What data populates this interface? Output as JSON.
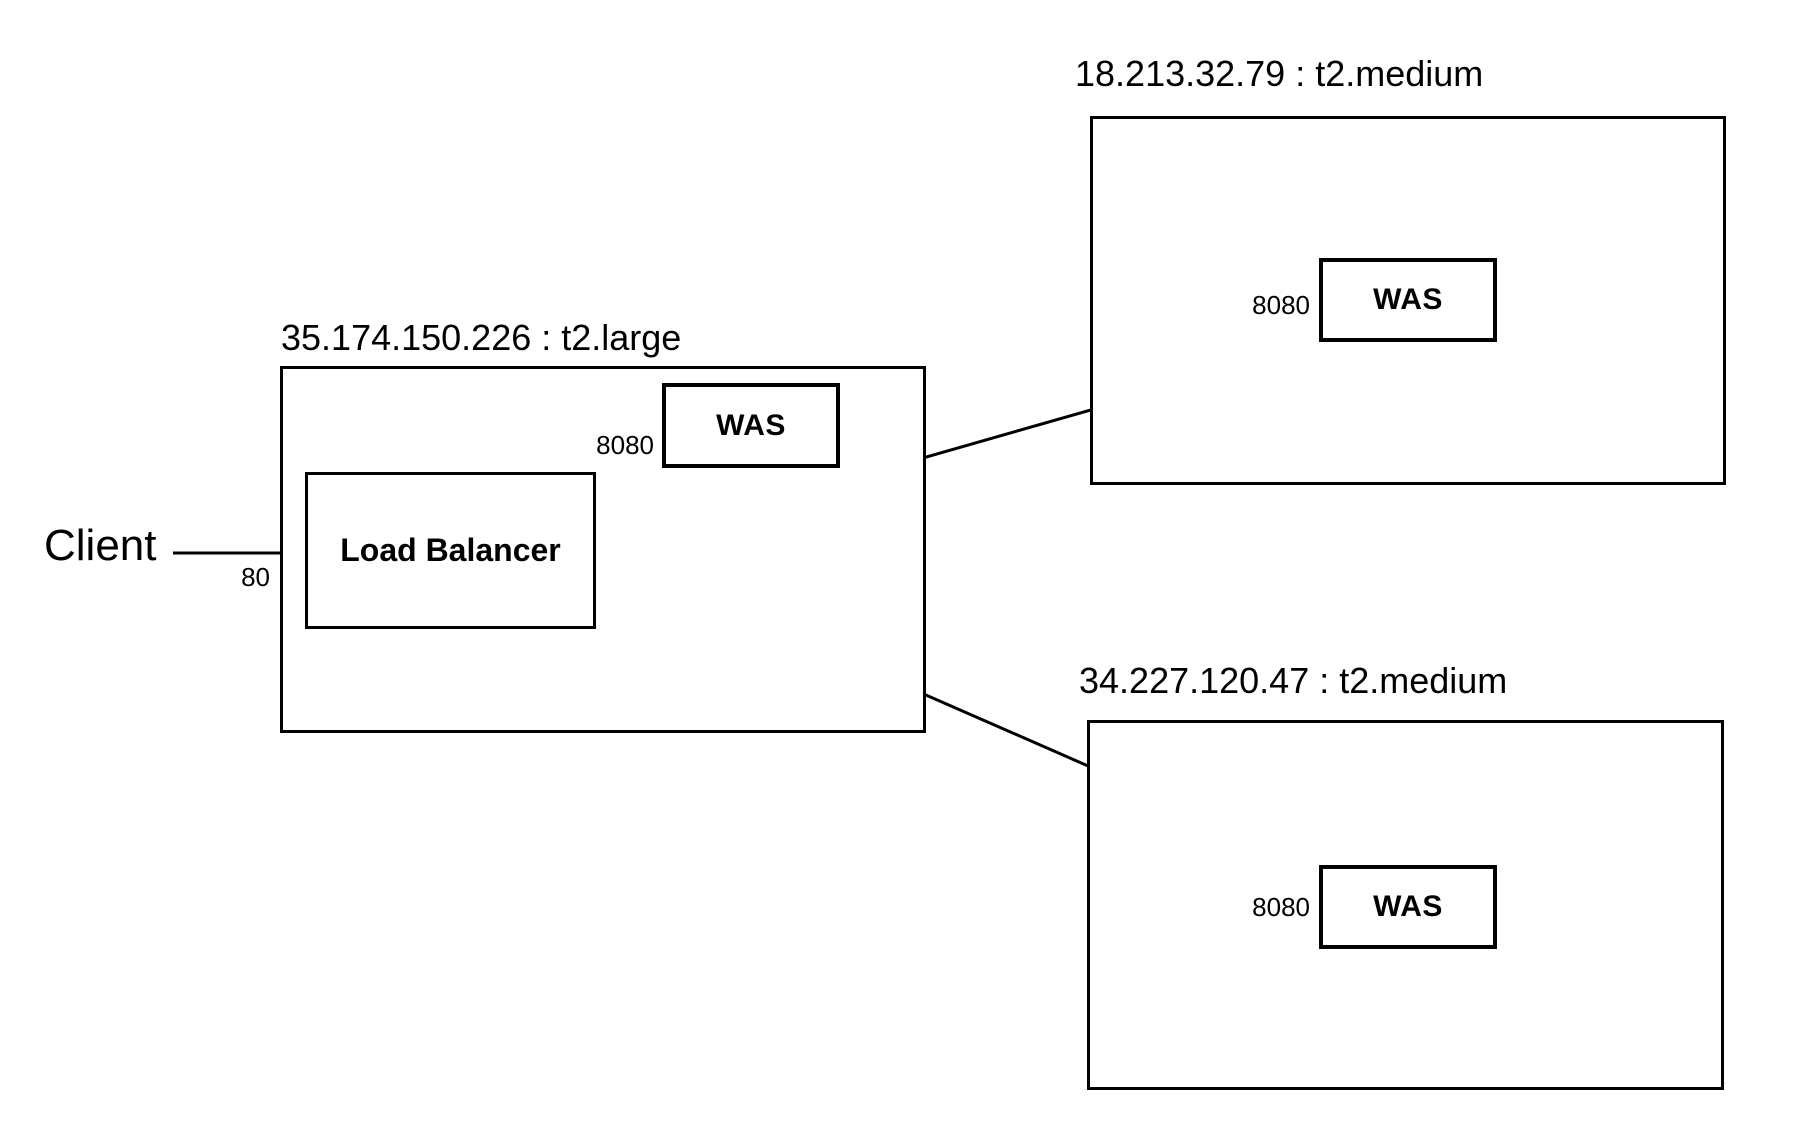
{
  "canvas": {
    "background_color": "#ffffff",
    "stroke_color": "#000000"
  },
  "client": {
    "label": "Client",
    "port": "80"
  },
  "load_balancer_host": {
    "title": "35.174.150.226 : t2.large",
    "load_balancer": {
      "label": "Load Balancer"
    },
    "was": {
      "label": "WAS",
      "port": "8080"
    }
  },
  "app_server_1": {
    "title": "18.213.32.79 : t2.medium",
    "was": {
      "label": "WAS",
      "port": "8080"
    }
  },
  "app_server_2": {
    "title": "34.227.120.47 : t2.medium",
    "was": {
      "label": "WAS",
      "port": "8080"
    }
  }
}
